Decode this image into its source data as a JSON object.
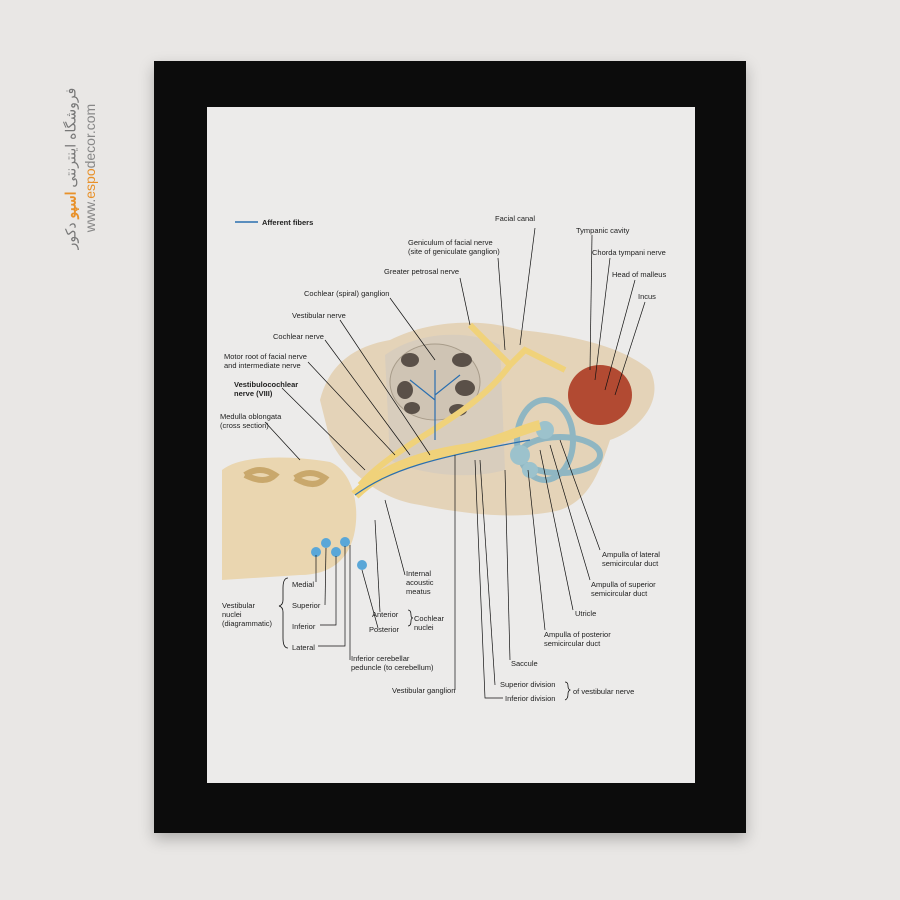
{
  "watermark": {
    "persian_prefix": "فروشگاه اینترنتی",
    "persian_brand": "اسپو",
    "persian_suffix": "دکور",
    "url_prefix": "www.",
    "url_brand": "espo",
    "url_suffix": "decor.com"
  },
  "legend": {
    "afferent": "Afferent fibers"
  },
  "labels": {
    "facial_canal": "Facial canal",
    "geniculum": "Geniculum of facial nerve\n(site of geniculate ganglion)",
    "greater_petrosal": "Greater petrosal nerve",
    "cochlear_ganglion": "Cochlear (spiral) ganglion",
    "vestibular_nerve": "Vestibular nerve",
    "cochlear_nerve": "Cochlear nerve",
    "motor_root": "Motor root of facial nerve\nand intermediate nerve",
    "vestibulocochlear": "Vestibulocochlear\nnerve (VIII)",
    "medulla": "Medulla oblongata\n(cross section)",
    "tympanic_cavity": "Tympanic cavity",
    "chorda_tympani": "Chorda tympani nerve",
    "head_malleus": "Head of malleus",
    "incus": "Incus",
    "ampulla_lateral": "Ampulla of lateral\nsemicircular duct",
    "ampulla_superior": "Ampulla of superior\nsemicircular duct",
    "utricle": "Utricle",
    "ampulla_posterior": "Ampulla of posterior\nsemicircular duct",
    "saccule": "Saccule",
    "superior_division": "Superior division",
    "inferior_division": "Inferior division",
    "of_vestibular_nerve": "of vestibular nerve",
    "vestibular_ganglion": "Vestibular ganglion",
    "inferior_cerebellar": "Inferior cerebellar\npeduncle (to cerebellum)",
    "anterior": "Anterior",
    "posterior": "Posterior",
    "cochlear_nuclei": "Cochlear\nnuclei",
    "internal_acoustic": "Internal\nacoustic\nmeatus",
    "medial": "Medial",
    "superior": "Superior",
    "inferior": "Inferior",
    "lateral": "Lateral",
    "vestibular_nuclei": "Vestibular\nnuclei\n(diagrammatic)"
  },
  "colors": {
    "frame": "#0c0c0c",
    "nerve": "#f0d27a",
    "afferent": "#2a6fb0",
    "bone": "#d9cfc0",
    "tissue": "#e6d2b2"
  }
}
